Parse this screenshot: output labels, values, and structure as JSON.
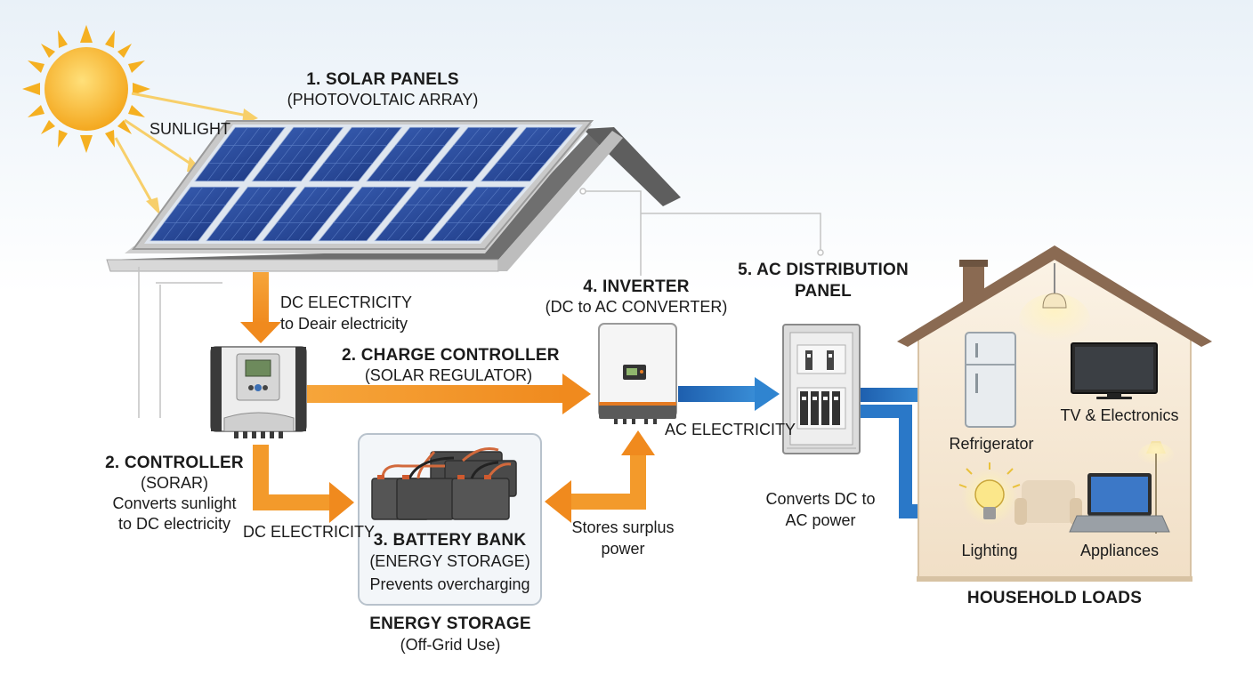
{
  "solar_panels": {
    "title": "1. SOLAR PANELS",
    "subtitle": "(PHOTOVOLTAIC ARRAY)"
  },
  "sunlight_label": "SUNLIGHT",
  "dc_top": {
    "line1": "DC ELECTRICITY",
    "line2": "to Deair electricity"
  },
  "charge_controller": {
    "title": "2. CHARGE CONTROLLER",
    "subtitle": "(SOLAR REGULATOR)"
  },
  "controller_side": {
    "title": "2. CONTROLLER",
    "line1": "(SORAR)",
    "line2": "Converts sunlight",
    "line3": "to DC electricity"
  },
  "dc_bottom_label": "DC ELECTRICITY",
  "battery": {
    "title": "3. BATTERY BANK",
    "subtitle": "(ENERGY STORAGE)",
    "note": "Prevents overcharging"
  },
  "energy_storage": {
    "title": "ENERGY STORAGE",
    "subtitle": "(Off-Grid Use)"
  },
  "stores_surplus": {
    "line1": "Stores surplus",
    "line2": "power"
  },
  "inverter": {
    "title": "4. INVERTER",
    "subtitle": "(DC to AC CONVERTER)"
  },
  "ac_label": "AC ELECTRICITY",
  "distribution": {
    "line1": "5. AC DISTRIBUTION",
    "line2": "PANEL"
  },
  "converts_dc": {
    "line1": "Converts DC to",
    "line2": "AC power"
  },
  "loads": {
    "refrigerator": "Refrigerator",
    "tv": "TV & Electronics",
    "lighting": "Lighting",
    "appliances": "Appliances",
    "title": "HOUSEHOLD LOADS"
  },
  "colors": {
    "dc_arrow": "#f39a2b",
    "ac_arrow": "#2a78c8",
    "panel_cell": "#1f3f8f",
    "sun": "#f7b52b",
    "house_wall": "#f6ead8",
    "roof": "#8a6a52"
  }
}
